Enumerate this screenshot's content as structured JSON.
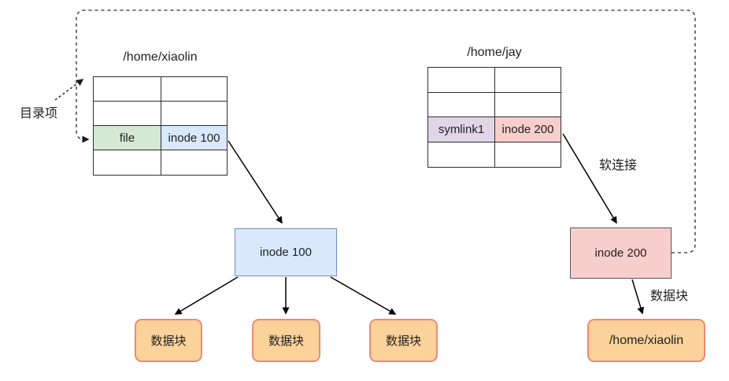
{
  "left_table": {
    "title": "/home/xiaolin",
    "rows": [
      [
        "",
        ""
      ],
      [
        "",
        ""
      ],
      [
        "file",
        "inode 100"
      ],
      [
        "",
        ""
      ]
    ]
  },
  "right_table": {
    "title": "/home/jay",
    "rows": [
      [
        "",
        ""
      ],
      [
        "",
        ""
      ],
      [
        "symlink1",
        "inode 200"
      ],
      [
        "",
        ""
      ]
    ]
  },
  "nodes": {
    "inode100": "inode 100",
    "inode200": "inode 200",
    "data_blocks": [
      "数据块",
      "数据块",
      "数据块"
    ],
    "symlink_target": "/home/xiaolin"
  },
  "labels": {
    "directory_entry": "目录项",
    "soft_link": "软连接",
    "data_block": "数据块"
  },
  "colors": {
    "file_cell": "#d5e8d4",
    "inode100_cell": "#dae8fc",
    "symlink_cell": "#e1d5e7",
    "inode200_cell": "#f8cecc",
    "inode100_box_border": "#6c8ebf",
    "inode200_box_border": "#595959",
    "data_block_fill": "#fad29a",
    "data_block_border": "#ec8a70",
    "arrow": "#000000",
    "dashed_loop": "#4d4d4d"
  }
}
